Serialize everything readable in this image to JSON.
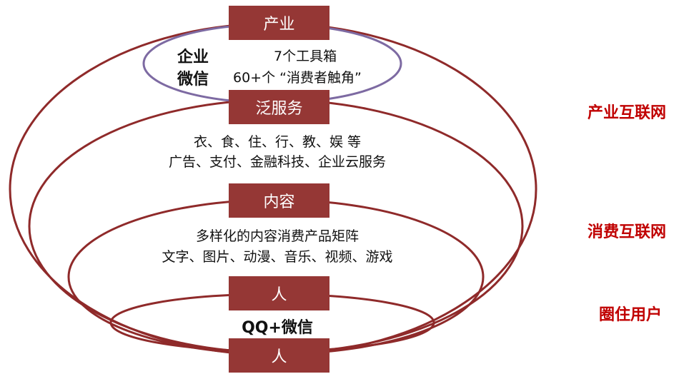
{
  "colors": {
    "ring": "#8f2a2a",
    "inner_ring": "#7d6aa2",
    "box_bg": "#953735",
    "label_accent": "#c00000"
  },
  "boxes": {
    "industry": "产业",
    "pan_services": "泛服务",
    "content": "内容",
    "people_top": "人",
    "people_bottom": "人"
  },
  "wecom": {
    "name_line1": "企业",
    "name_line2": "微信",
    "detail_line1": "7个工具箱",
    "detail_line2": "60+个 “消费者触角”"
  },
  "services": {
    "line1": "衣、食、住、行、教、娱 等",
    "line2": "广告、支付、金融科技、企业云服务"
  },
  "content_desc": {
    "line1": "多样化的内容消费产品矩阵",
    "line2": "文字、图片、动漫、音乐、视频、游戏"
  },
  "core": "QQ+微信",
  "side_labels": {
    "industrial_internet": "产业互联网",
    "consumer_internet": "消费互联网",
    "user_circle": "圈住用户"
  }
}
